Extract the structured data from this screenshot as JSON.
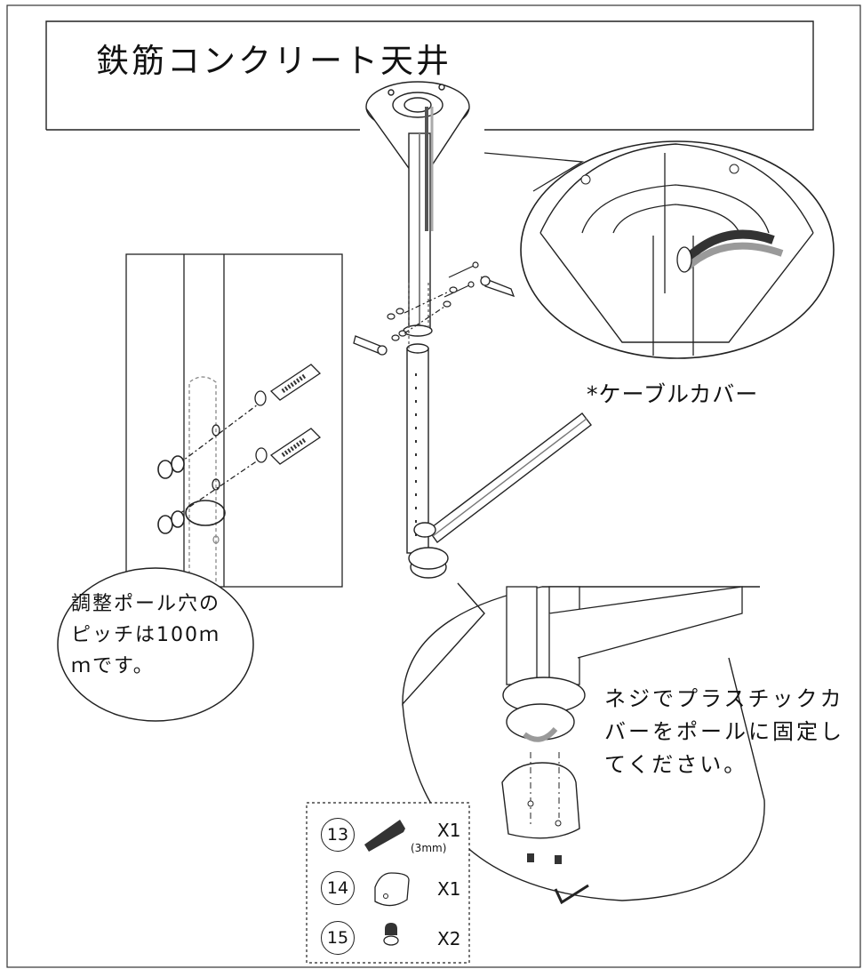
{
  "title": "鉄筋コンクリート天井",
  "cable_cover_label": "*ケーブルカバー",
  "pitch_note": "調整ポール穴のピッチは100ｍｍです。",
  "screw_note": "ネジでプラスチックカバーをポールに固定してください。",
  "parts": [
    {
      "number": "13",
      "quantity": "X1",
      "size": "(3mm)",
      "icon": "hex-key-icon"
    },
    {
      "number": "14",
      "quantity": "X1",
      "icon": "plastic-cover-icon"
    },
    {
      "number": "15",
      "quantity": "X2",
      "icon": "screw-icon"
    }
  ],
  "colors": {
    "line": "#222222",
    "cable_dark": "#333333",
    "cable_gray": "#9a9a9a",
    "background": "#ffffff"
  }
}
